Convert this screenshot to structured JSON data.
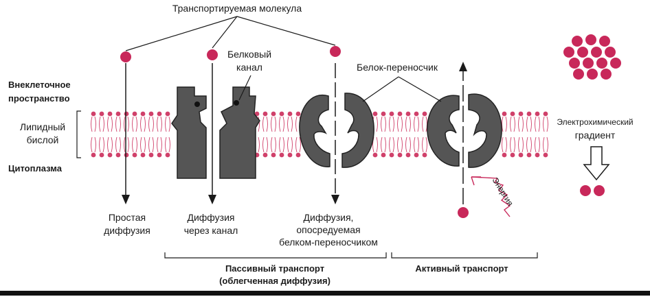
{
  "labels": {
    "transported_molecule": "Транспортируемая молекула",
    "protein_channel": [
      "Белковый",
      "канал"
    ],
    "carrier_protein": "Белок-переносчик",
    "extracellular": [
      "Внеклеточное",
      "пространство"
    ],
    "lipid_bilayer": [
      "Липидный",
      "бислой"
    ],
    "cytoplasm": "Цитоплазма",
    "electrochemical": "Электрохимический",
    "gradient": "градиент",
    "energy": "Энергия"
  },
  "mechanisms": {
    "simple_diffusion": [
      "Простая",
      "диффузия"
    ],
    "channel_diffusion": [
      "Диффузия",
      "через канал"
    ],
    "carrier_diffusion": [
      "Диффузия,",
      "опосредуемая",
      "белком-переносчиком"
    ]
  },
  "groups": {
    "passive": [
      "Пассивный транспорт",
      "(облегченная диффузия)"
    ],
    "active": "Активный транспорт"
  },
  "colors": {
    "molecule": "#c8285a",
    "lipid": "#d0406a",
    "protein": "#555555",
    "ink": "#1a1a1a",
    "bottom_bar": "#111111"
  }
}
